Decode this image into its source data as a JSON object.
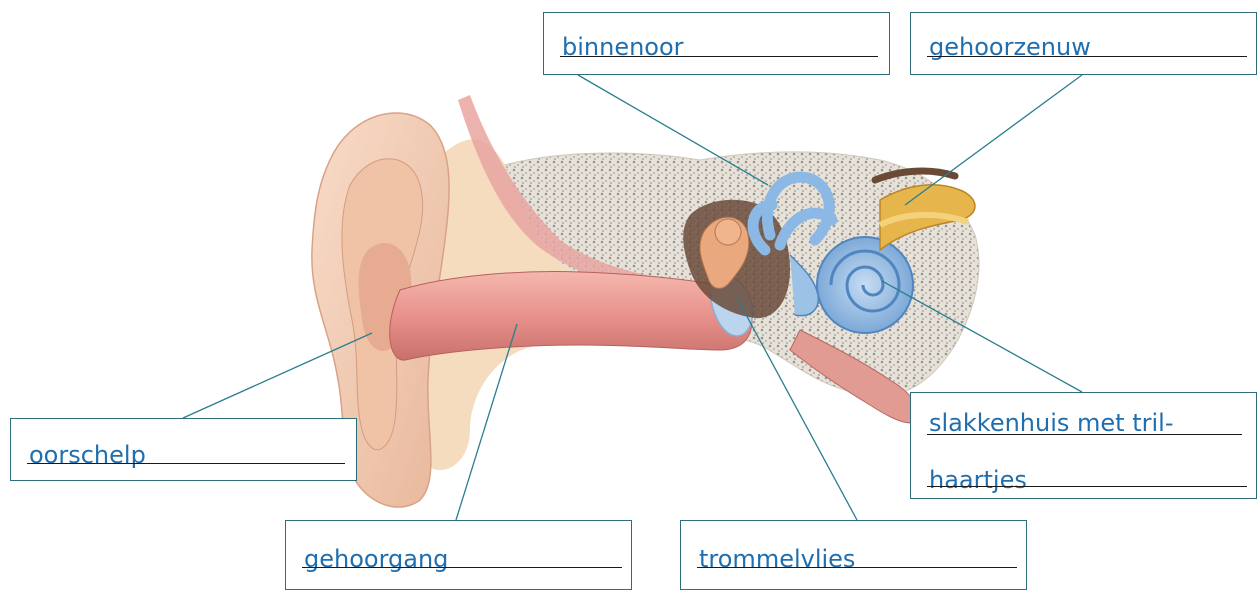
{
  "labels": {
    "binnenoor": "binnenoor",
    "gehoorzenuw": "gehoorzenuw",
    "oorschelp": "oorschelp",
    "gehoorgang": "gehoorgang",
    "trommelvlies": "trommelvlies",
    "slakkenhuis_line1": "slakkenhuis met tril-",
    "slakkenhuis_line2": "haartjes"
  },
  "colors": {
    "label_text": "#1f6fb0",
    "box_border": "#2e6d7a",
    "leader_line": "#2a7e8f",
    "skin": "#f2c9ae",
    "canal": "#e59a94",
    "bone": "#d8d2c8",
    "inner_ear": "#9cc3e6",
    "nerve": "#e0b24a"
  },
  "icons": [
    "ear-anatomy-illustration"
  ]
}
